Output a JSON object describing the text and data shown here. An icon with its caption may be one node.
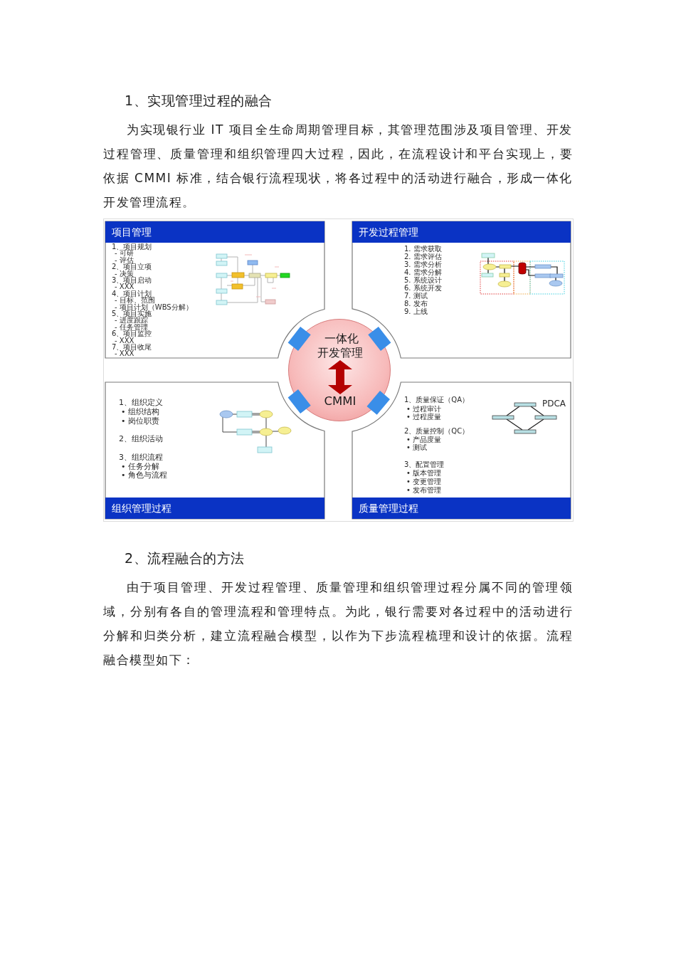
{
  "diagram": {
    "nodes": [
      {
        "text": [
          "项目管理",
          "1、项目规划",
          "- 可研",
          "- 评估",
          "2、项目立项",
          "- 决策",
          "3、项目启动",
          "- XXX",
          "4、项目计划",
          "- 目标、范围",
          "- 项目计划（WBS分解）",
          "5、项目实施",
          "- 进度跟踪",
          "- 任务管理",
          "6、项目监控",
          "- XXX",
          "7、项目收尾",
          "- XXX"
        ]
      },
      {
        "text": [
          "开发过程管理",
          "1. 需求获取",
          "2. 需求评估",
          "3. 需求分析",
          "4. 需求分解",
          "5. 系统设计",
          "6. 系统开发",
          "7. 测试",
          "8. 发布",
          "9. 上线"
        ]
      },
      {
        "text": [],
        "shape": "circle"
      },
      {
        "text": [
          "一体化开发管理"
        ],
        "in": 2
      },
      {
        "text": [
          "CMMI"
        ],
        "in": 2
      },
      {
        "text": [
          "1、组织定义",
          "• 组织结构",
          "• 岗位职责",
          "2、组织活动",
          "3、组织流程",
          "• 任务分解",
          "• 角色与流程",
          "组织管理过程"
        ]
      },
      {
        "text": [
          "1、质量保证（QA）",
          "• 过程审计",
          "• 过程度量",
          "2、质量控制（QC）",
          "• 产品度量",
          "• 测试",
          "3、配置管理",
          "• 版本管理",
          "• 变更管理",
          "• 发布管理",
          "PDCA",
          "质量管理过程"
        ]
      }
    ],
    "edges": [
      {
        "from": 3,
        "to": 4,
        "arrow": "both"
      }
    ],
    "labels": [
      "1、实现管理过程的融合",
      "为实现银行业 IT 项目全生命周期管理目标，其管理范围涉及项目管理、开发过程管理、质量管理和组织管理四大过程，因此，在流程设计和平台实现上，要依据 CMMI 标准，结合银行流程现状，将各过程中的活动进行融合，形成一体化开发管理流程。",
      "2、流程融合的方法",
      "由于项目管理、开发过程管理、质量管理和组织管理过程分属不同的管理领域，分别有各自的管理流程和管理特点。为此，银行需要对各过程中的活动进行分解和归类分析，建立流程融合模型，以作为下步流程梳理和设计的依据。流程融合模型如下："
    ]
  }
}
